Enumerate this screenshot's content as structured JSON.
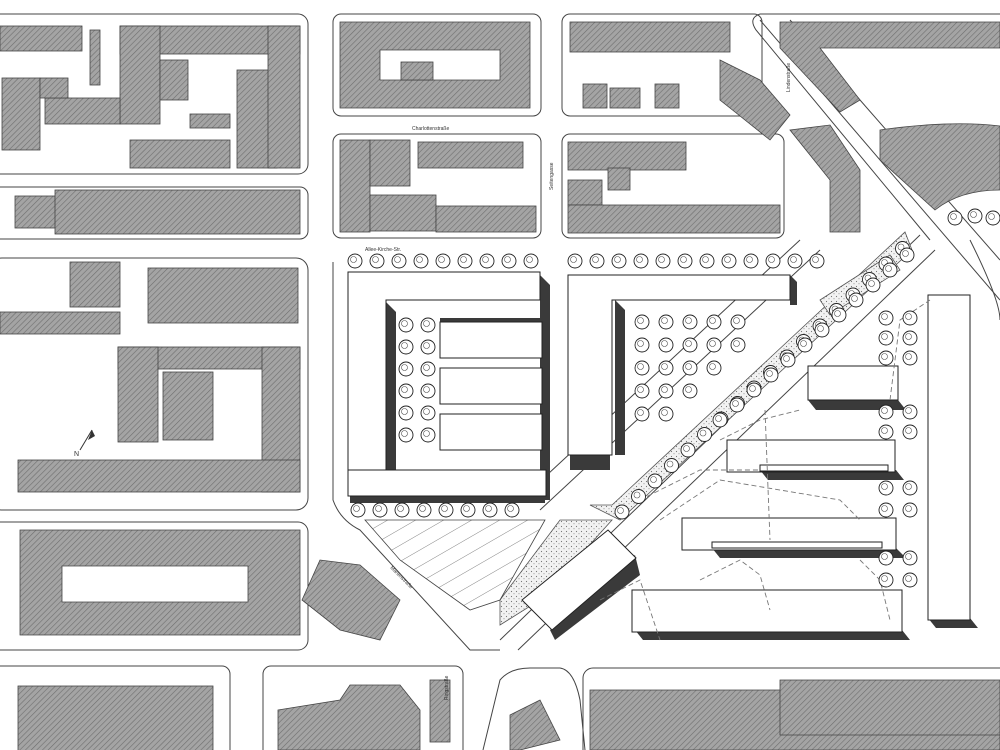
{
  "map": {
    "street_labels": {
      "top_center": "Charlottenstraße",
      "vertical_mid": "Seitengasse",
      "top_right": "Lindenstraße",
      "avenue": "Allee-Kirche-Str.",
      "left_center": "Marienstraße",
      "bottom_center": "Ringstraße"
    },
    "north_arrow_label": "N",
    "colors": {
      "existing_building": "#9a9a9a",
      "new_building_shadow": "#3a3a3a",
      "street_line": "#444444",
      "tree": "#ffffff",
      "path_dashed": "#777777"
    }
  }
}
